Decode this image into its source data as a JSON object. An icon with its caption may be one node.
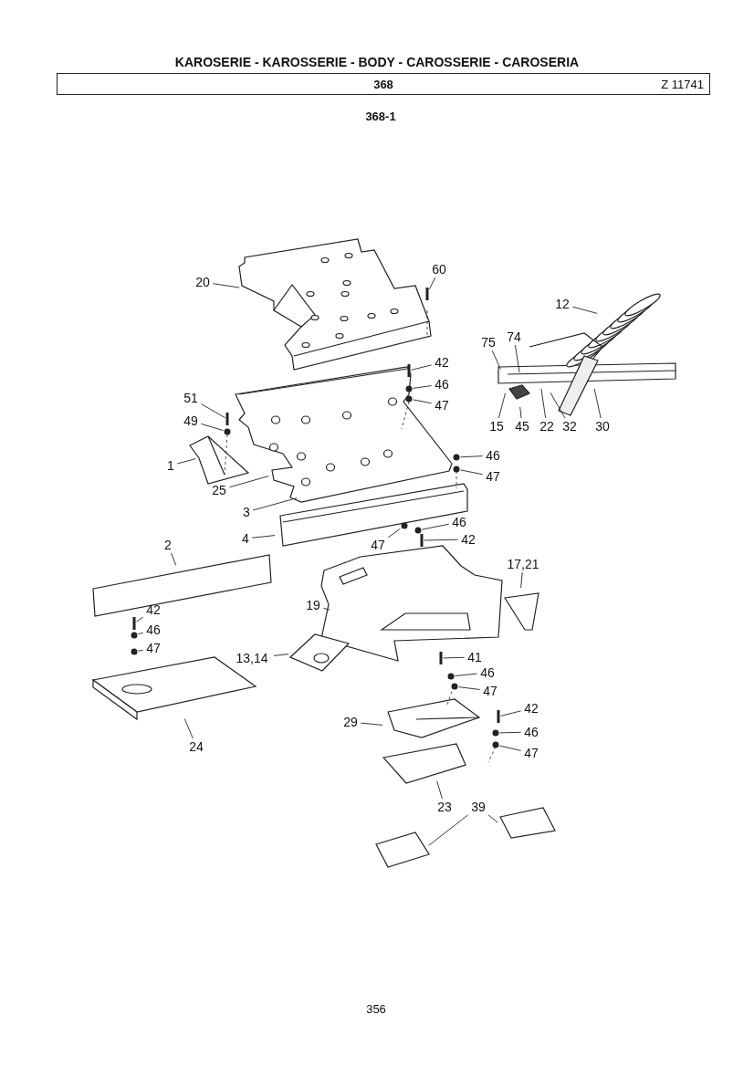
{
  "diagram": {
    "title": "KAROSERIE - KAROSSERIE - BODY - CAROSSERIE - CAROSERIA",
    "nodes": [
      {
        "text": [
          "368",
          "Z 11741"
        ]
      },
      {
        "text": [
          "20"
        ]
      },
      {
        "text": [
          "60"
        ]
      },
      {
        "text": [
          "42"
        ]
      },
      {
        "text": [
          "46"
        ]
      },
      {
        "text": [
          "47"
        ]
      },
      {
        "text": [
          "51"
        ]
      },
      {
        "text": [
          "49"
        ]
      },
      {
        "text": [
          "1"
        ]
      },
      {
        "text": [
          "25"
        ]
      },
      {
        "text": [
          "3"
        ]
      },
      {
        "text": [
          "4"
        ]
      },
      {
        "text": [
          "46"
        ]
      },
      {
        "text": [
          "47"
        ]
      },
      {
        "text": [
          "46"
        ]
      },
      {
        "text": [
          "47"
        ]
      },
      {
        "text": [
          "42"
        ]
      },
      {
        "text": [
          "2"
        ]
      },
      {
        "text": [
          "17,21"
        ]
      },
      {
        "text": [
          "19"
        ]
      },
      {
        "text": [
          "13,14"
        ]
      },
      {
        "text": [
          "42"
        ]
      },
      {
        "text": [
          "46"
        ]
      },
      {
        "text": [
          "47"
        ]
      },
      {
        "text": [
          "24"
        ]
      },
      {
        "text": [
          "41"
        ]
      },
      {
        "text": [
          "46"
        ]
      },
      {
        "text": [
          "47"
        ]
      },
      {
        "text": [
          "29"
        ]
      },
      {
        "text": [
          "42"
        ]
      },
      {
        "text": [
          "46"
        ]
      },
      {
        "text": [
          "47"
        ]
      },
      {
        "text": [
          "23"
        ]
      },
      {
        "text": [
          "39"
        ]
      },
      {
        "text": [
          "12"
        ]
      },
      {
        "text": [
          "75"
        ]
      },
      {
        "text": [
          "74"
        ]
      },
      {
        "text": [
          "15"
        ]
      },
      {
        "text": [
          "45"
        ]
      },
      {
        "text": [
          "22"
        ]
      },
      {
        "text": [
          "32"
        ]
      },
      {
        "text": [
          "30"
        ]
      },
      {
        "text": [],
        "shape": "bar"
      },
      {
        "text": [],
        "shape": "bar"
      },
      {
        "text": [],
        "shape": "circle"
      },
      {
        "text": [],
        "shape": "circle"
      },
      {
        "text": [],
        "shape": "bar"
      },
      {
        "text": [],
        "shape": "circle"
      },
      {
        "text": [],
        "shape": "circle"
      },
      {
        "text": [],
        "shape": "circle"
      },
      {
        "text": [],
        "shape": "circle"
      },
      {
        "text": [],
        "shape": "circle"
      },
      {
        "text": [],
        "shape": "bar"
      },
      {
        "text": [],
        "shape": "bar"
      },
      {
        "text": [],
        "shape": "circle"
      },
      {
        "text": [],
        "shape": "circle"
      },
      {
        "text": [],
        "shape": "bar"
      },
      {
        "text": [],
        "shape": "circle"
      },
      {
        "text": [],
        "shape": "circle"
      },
      {
        "text": [],
        "shape": "bar"
      },
      {
        "text": [],
        "shape": "circle"
      },
      {
        "text": [],
        "shape": "circle"
      }
    ],
    "edges": [
      {
        "from": 1,
        "to": null,
        "arrow": "none"
      },
      {
        "from": 2,
        "to": 42,
        "arrow": "none"
      },
      {
        "from": 3,
        "to": 43,
        "arrow": "none"
      },
      {
        "from": 4,
        "to": 44,
        "arrow": "none"
      },
      {
        "from": 5,
        "to": 45,
        "arrow": "none"
      },
      {
        "from": 6,
        "to": 46,
        "arrow": "none"
      },
      {
        "from": 7,
        "to": 47,
        "arrow": "none"
      },
      {
        "from": 8,
        "to": null,
        "arrow": "none"
      },
      {
        "from": 9,
        "to": null,
        "arrow": "none"
      },
      {
        "from": 10,
        "to": null,
        "arrow": "none"
      },
      {
        "from": 11,
        "to": null,
        "arrow": "none"
      },
      {
        "from": 12,
        "to": 48,
        "arrow": "none"
      },
      {
        "from": 13,
        "to": 49,
        "arrow": "none"
      },
      {
        "from": 14,
        "to": 50,
        "arrow": "none"
      },
      {
        "from": 15,
        "to": 51,
        "arrow": "none"
      },
      {
        "from": 16,
        "to": 52,
        "arrow": "none"
      },
      {
        "from": 17,
        "to": null,
        "arrow": "none"
      },
      {
        "from": 18,
        "to": null,
        "arrow": "none"
      },
      {
        "from": 19,
        "to": null,
        "arrow": "none"
      },
      {
        "from": 20,
        "to": null,
        "arrow": "none"
      },
      {
        "from": 21,
        "to": 53,
        "arrow": "none"
      },
      {
        "from": 22,
        "to": 54,
        "arrow": "none"
      },
      {
        "from": 23,
        "to": 55,
        "arrow": "none"
      },
      {
        "from": 24,
        "to": null,
        "arrow": "none"
      },
      {
        "from": 25,
        "to": 56,
        "arrow": "none"
      },
      {
        "from": 26,
        "to": 57,
        "arrow": "none"
      },
      {
        "from": 27,
        "to": 58,
        "arrow": "none"
      },
      {
        "from": 28,
        "to": null,
        "arrow": "none"
      },
      {
        "from": 29,
        "to": 59,
        "arrow": "none"
      },
      {
        "from": 30,
        "to": 60,
        "arrow": "none"
      },
      {
        "from": 31,
        "to": 61,
        "arrow": "none"
      },
      {
        "from": 32,
        "to": null,
        "arrow": "none"
      },
      {
        "from": 33,
        "to": null,
        "arrow": "none"
      },
      {
        "from": 33,
        "to": null,
        "arrow": "none"
      },
      {
        "from": 34,
        "to": null,
        "arrow": "none"
      },
      {
        "from": 35,
        "to": null,
        "arrow": "none"
      },
      {
        "from": 36,
        "to": null,
        "arrow": "none"
      },
      {
        "from": 37,
        "to": null,
        "arrow": "none"
      },
      {
        "from": 38,
        "to": null,
        "arrow": "none"
      },
      {
        "from": 39,
        "to": null,
        "arrow": "none"
      },
      {
        "from": 40,
        "to": null,
        "arrow": "none"
      },
      {
        "from": 41,
        "to": null,
        "arrow": "none"
      }
    ],
    "labels": [
      "368-1",
      "356"
    ]
  }
}
